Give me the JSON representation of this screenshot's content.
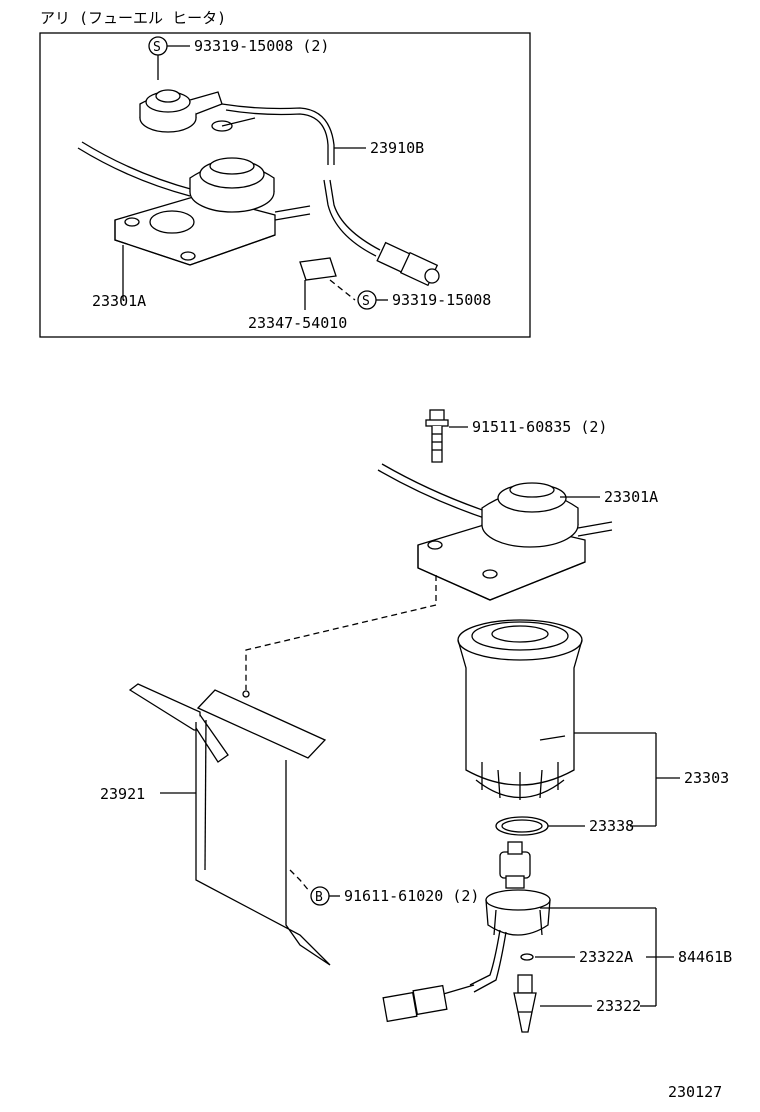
{
  "header": {
    "title": "アリ (フューエル ヒータ)"
  },
  "inset_labels": {
    "screw_top": {
      "prefix": "S",
      "part": "93319-15008 (2)"
    },
    "harness": "23910B",
    "housing": "23301A",
    "clamp": "23347-54010",
    "screw_bottom": {
      "prefix": "S",
      "part": "93319-15008"
    }
  },
  "main_labels": {
    "bolt": "91511-60835 (2)",
    "housing": "23301A",
    "bracket": "23921",
    "element": "23303",
    "oring": "23338",
    "bolt_bracket": {
      "prefix": "B",
      "part": "91611-61020 (2)"
    },
    "small_oring": "23322A",
    "sensor_set": "84461B",
    "sensor": "23322"
  },
  "footer": {
    "code": "230127"
  }
}
